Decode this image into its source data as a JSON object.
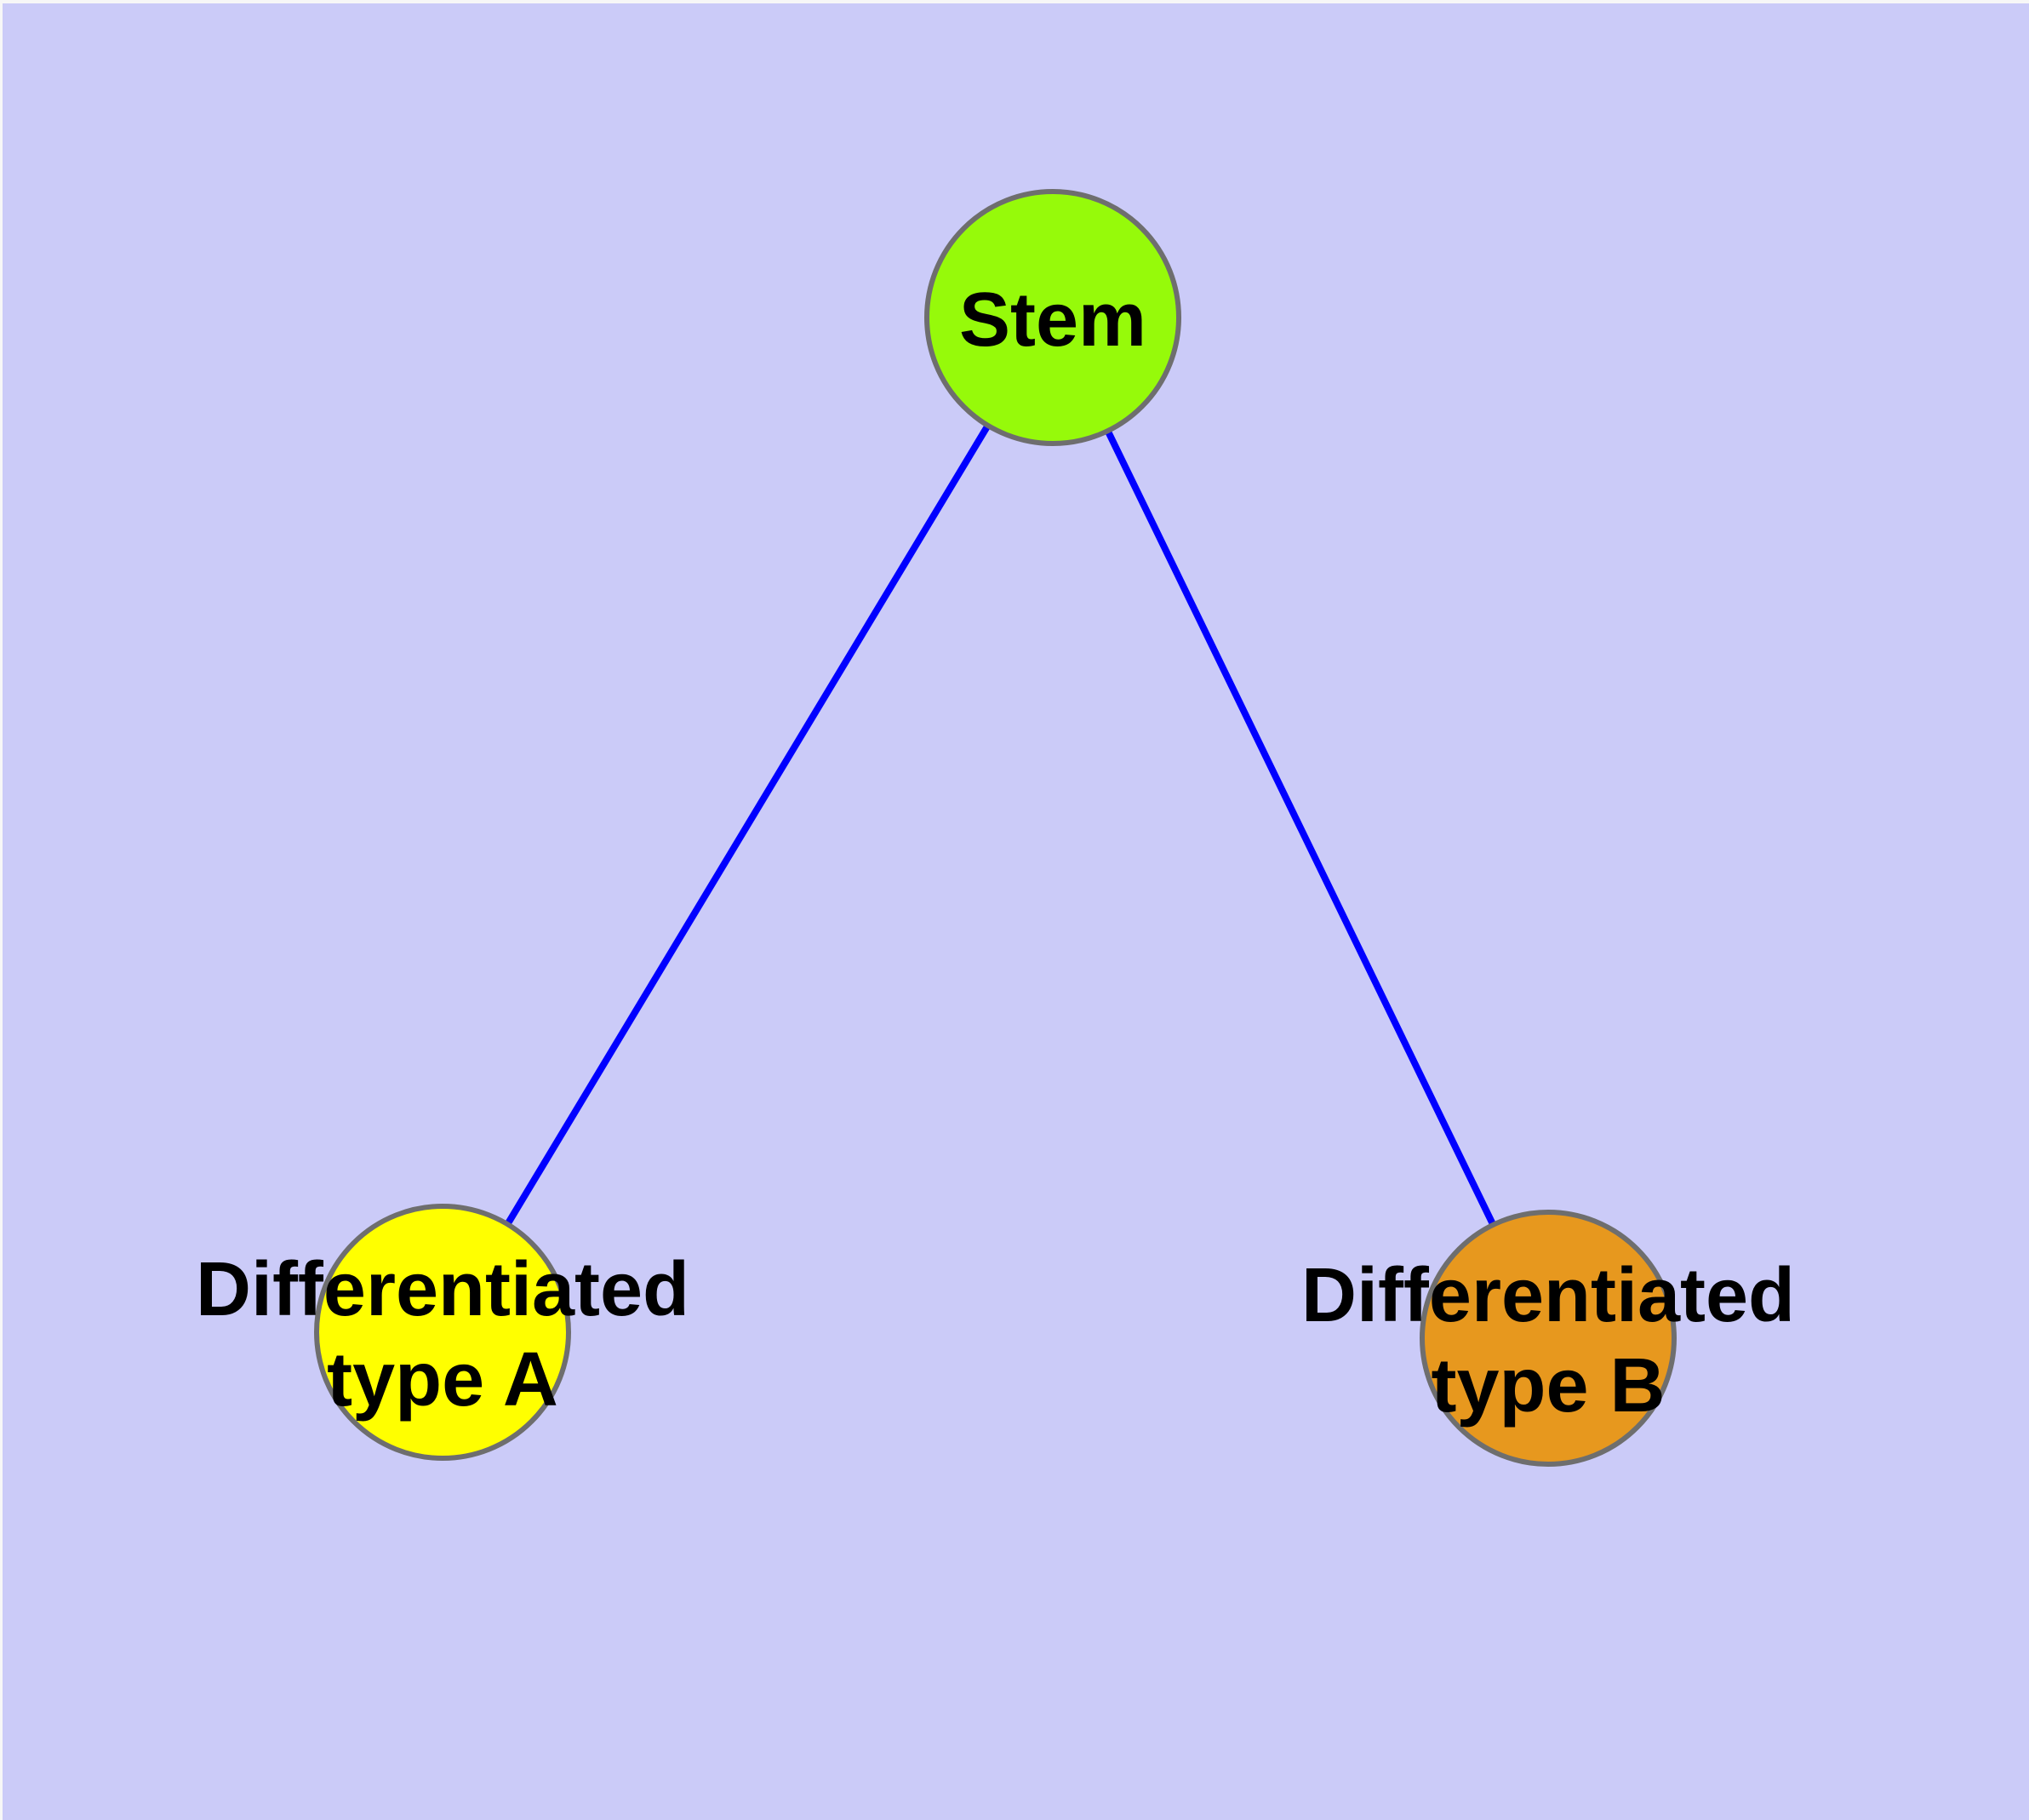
{
  "diagram": {
    "background_color": "#CBCBF8",
    "frame_color": "#F7F7F7",
    "edge_color": "#0000FF",
    "node_border_color": "#6E6E6E",
    "label_color": "#000000",
    "nodes": [
      {
        "id": "stem",
        "label": "Stem",
        "fill_color": "#96FA0A"
      },
      {
        "id": "differentiated-type-a",
        "label_line1": "Differentiated",
        "label_line2": "type A",
        "fill_color": "#FFFF00"
      },
      {
        "id": "differentiated-type-b",
        "label_line1": "Differentiated",
        "label_line2": "type B",
        "fill_color": "#E7981E"
      }
    ],
    "edges": [
      {
        "from": "Stem",
        "to": "Differentiated type A"
      },
      {
        "from": "Stem",
        "to": "Differentiated type B"
      }
    ]
  }
}
